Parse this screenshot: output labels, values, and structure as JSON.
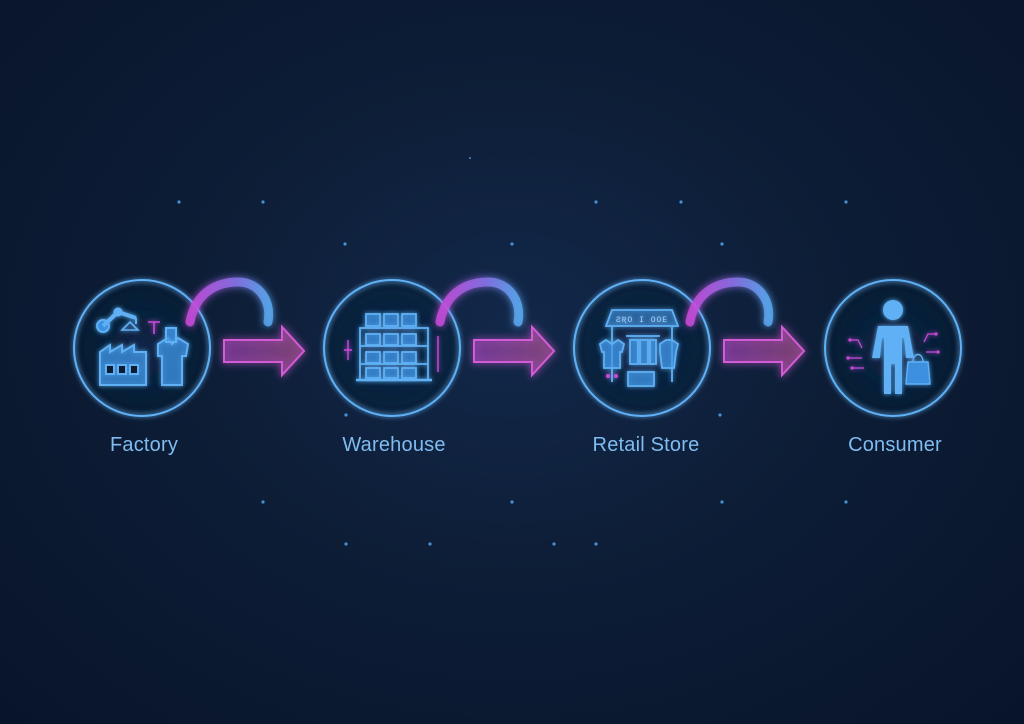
{
  "stages": [
    {
      "label": "Factory",
      "icon": "factory-icon"
    },
    {
      "label": "Warehouse",
      "icon": "warehouse-shelves-icon"
    },
    {
      "label": "Retail Store",
      "icon": "retail-store-icon"
    },
    {
      "label": "Consumer",
      "icon": "consumer-icon"
    }
  ],
  "store_sign": "ƧƦO I OOE",
  "colors": {
    "icon_stroke": "#5fb0f5",
    "icon_fill": "#3d8fe0",
    "arc_magenta": "#c74bd9",
    "arc_blue": "#5aa8f0",
    "label": "#7fbcf0",
    "background": "#0c1a2e"
  }
}
